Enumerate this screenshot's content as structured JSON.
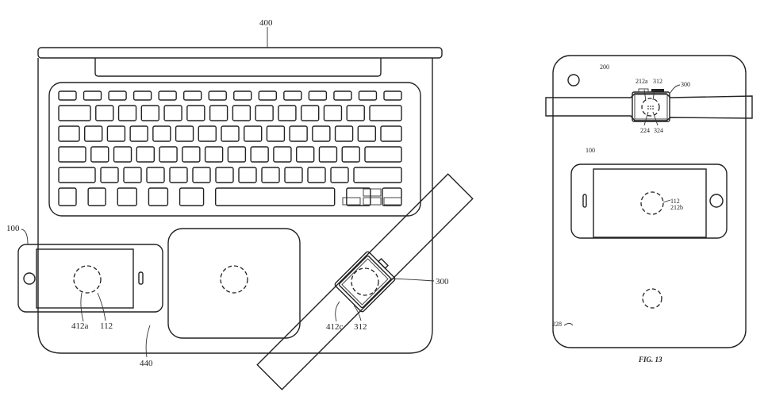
{
  "left_figure": {
    "labels": {
      "laptop": "400",
      "phone": "100",
      "phone_coil": "412a",
      "phone_receiver": "112",
      "surface": "440",
      "watch": "300",
      "watch_coil": "412c",
      "watch_receiver": "312"
    }
  },
  "right_figure": {
    "caption": "FIG. 13",
    "labels": {
      "tablet": "200",
      "watch": "300",
      "tablet_coil_a": "212a",
      "watch_receiver": "312",
      "tablet_part": "224",
      "watch_part": "324",
      "phone": "100",
      "phone_receiver": "112",
      "tablet_coil_b": "212b",
      "surface": "228"
    }
  }
}
